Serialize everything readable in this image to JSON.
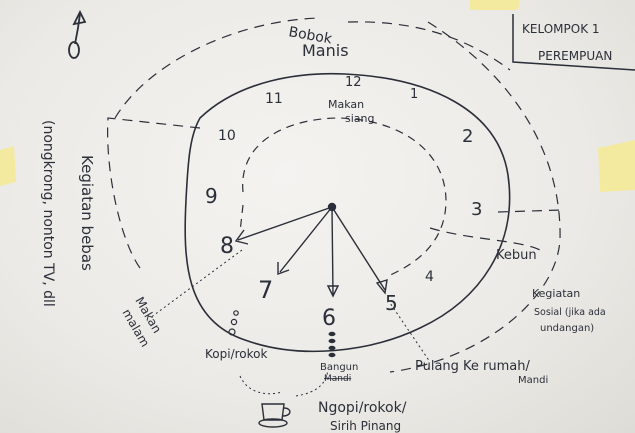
{
  "group_title": {
    "line1": "KELOMPOK 1",
    "line2": "PEREMPUAN"
  },
  "top_label": {
    "line1": "Bobok",
    "line2": "Manis"
  },
  "clock_numbers": [
    "12",
    "1",
    "2",
    "3",
    "4",
    "5",
    "6",
    "7",
    "8",
    "9",
    "10",
    "11"
  ],
  "makan_siang": {
    "line1": "Makan",
    "line2": "siang"
  },
  "kegiatan_bebas": {
    "line1": "Kegiatan bebas",
    "line2": "(nongkrong, nonton TV, dll"
  },
  "kebun": "Kebun",
  "kegiatan_sosial": {
    "line1": "Kegiatan",
    "line2": "Sosial (jika ada",
    "line3": "undangan)"
  },
  "makan_malam": {
    "line1": "Makan",
    "line2": "malam"
  },
  "kopi_rokok": "Kopi/rokok",
  "bangun_mandi": {
    "line1": "Bangun",
    "line2": "Mandi"
  },
  "pulang": {
    "line1": "Pulang Ke rumah/",
    "line2": "Mandi"
  },
  "ngopi": {
    "line1": "Ngopi/rokok/",
    "line2": "Sirih Pinang"
  },
  "colors": {
    "ink": "#2b2f3a",
    "paper": "#efeeea",
    "sticky_note": "#f4eba0"
  }
}
